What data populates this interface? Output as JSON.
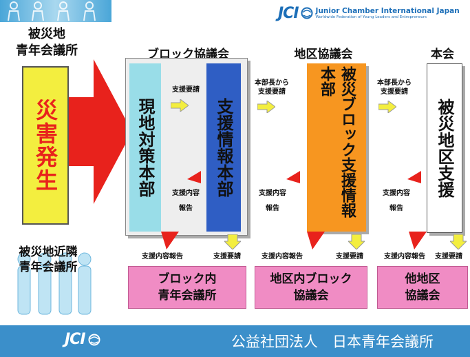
{
  "brand": {
    "logo": "JCI",
    "name_en": "Junior Chamber International Japan",
    "tagline": "Worldwide Federation of Young Leaders and Entrepreneurs",
    "colors": {
      "blue": "#1d6fb8",
      "banner": "#3b8fca",
      "yellow": "#f3ee3f",
      "red": "#e8221c",
      "cyan": "#99dde8",
      "orange": "#f79620",
      "pink": "#f08cc4"
    }
  },
  "left": {
    "top_label": "被災地\n青年会議所",
    "disaster": "災害発生",
    "bottom_label": "被災地近隣\n青年会議所"
  },
  "columns": {
    "block": {
      "header": "ブロック協議会",
      "local_hq": "現地対策本部",
      "info_hq": "支援情報本部",
      "request": "支援要請",
      "report": "支援内容\n報告"
    },
    "district": {
      "header": "地区協議会",
      "hq": "被災ブロック支援情報本部",
      "request": "本部長から\n支援要請",
      "report": "支援内容\n報告"
    },
    "head": {
      "header": "本会",
      "hq": "被災地区支援",
      "request": "本部長から\n支援要請",
      "report": "支援内容\n報告"
    }
  },
  "bottom_row": {
    "labels": [
      {
        "report": "支援内容報告",
        "request": "支援要請"
      },
      {
        "report": "支援内容報告",
        "request": "支援要請"
      },
      {
        "report": "支援内容報告",
        "request": "支援要請"
      }
    ],
    "boxes": [
      "ブロック内\n青年会議所",
      "地区内ブロック\n協議会",
      "他地区\n協議会"
    ]
  },
  "footer": {
    "logo": "JCI",
    "org": "公益社団法人　日本青年会議所"
  }
}
